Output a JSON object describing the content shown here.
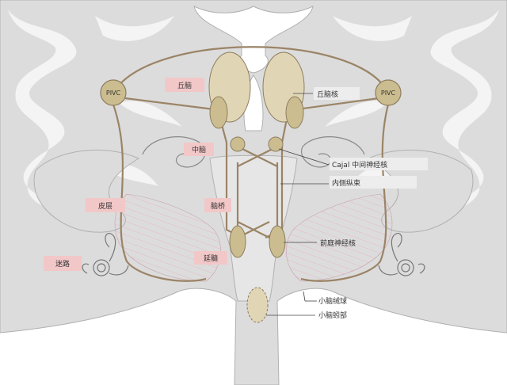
{
  "diagram": {
    "labels": {
      "pivc_left": "PIVC",
      "pivc_right": "PIVC",
      "thalamus": "丘脑",
      "midbrain": "中脑",
      "cortex": "皮层",
      "pons": "脑桥",
      "labyrinth": "迷路",
      "medulla": "延髓",
      "thalamic_nucleus": "丘脑核",
      "cajal": "Cajal 中间神经核",
      "mlf": "内侧纵束",
      "vestibular_nucleus": "前庭神经核",
      "flocculus": "小脑绒球",
      "vermis": "小脑蚓部"
    },
    "colors": {
      "tissue": "#dcdcdc",
      "fold": "#f4f4f4",
      "outline": "#9a9a9a",
      "pathway": "#9b8466",
      "nucleus_fill": "#e0d6b6",
      "nucleus_stroke": "#8e7d5f",
      "nucleus_dark": "#cbbd8f",
      "label_box": "#f2c7c8",
      "cerebellum_stripe": "#e9b8c4"
    }
  }
}
